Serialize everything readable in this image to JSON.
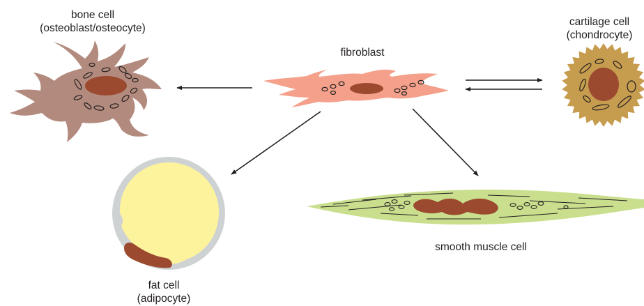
{
  "cells": {
    "bone": {
      "line1": "bone cell",
      "line2": "(osteoblast/osteocyte)"
    },
    "fibroblast": {
      "line1": "fibroblast"
    },
    "cartilage": {
      "line1": "cartilage cell",
      "line2": "(chondrocyte)"
    },
    "fat": {
      "line1": "fat cell",
      "line2": "(adipocyte)"
    },
    "smooth_muscle": {
      "line1": "smooth muscle cell"
    }
  },
  "colors": {
    "bone_cytoplasm": "#b38b7e",
    "nucleus": "#9b4a2f",
    "fibroblast_cytoplasm": "#f4a08a",
    "cartilage_cytoplasm": "#c69c4f",
    "fat_lipid": "#fdf39c",
    "fat_membrane": "#cfd2d3",
    "muscle_cytoplasm": "#c9df8e",
    "arrow": "#231f20"
  }
}
